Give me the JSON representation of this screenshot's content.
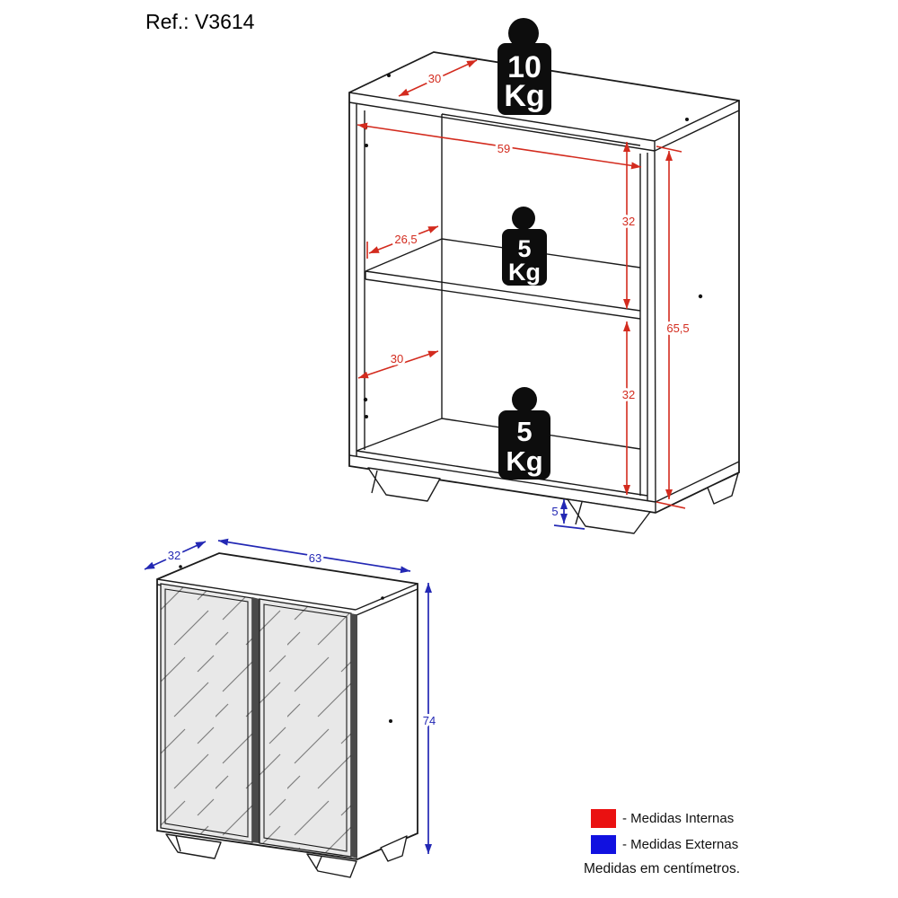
{
  "title": "Ref.: V3614",
  "colors": {
    "internal_dim": "#d32b1e",
    "external_dim": "#2328b4",
    "legend_internal": "#ea1111",
    "legend_external": "#1111e0"
  },
  "open_cabinet": {
    "weights": [
      {
        "value": "10",
        "unit": "Kg"
      },
      {
        "value": "5",
        "unit": "Kg"
      },
      {
        "value": "5",
        "unit": "Kg"
      }
    ],
    "dims": {
      "top_depth": "30",
      "inner_width": "59",
      "upper_height": "32",
      "shelf_depth": "26,5",
      "side_height": "65,5",
      "bottom_depth": "30",
      "lower_height": "32",
      "foot_height": "5"
    }
  },
  "closed_cabinet": {
    "dims": {
      "depth": "32",
      "width": "63",
      "height": "74"
    }
  },
  "legend": {
    "internal_label": "- Medidas Internas",
    "external_label": "- Medidas Externas",
    "note": "Medidas em centímetros."
  }
}
